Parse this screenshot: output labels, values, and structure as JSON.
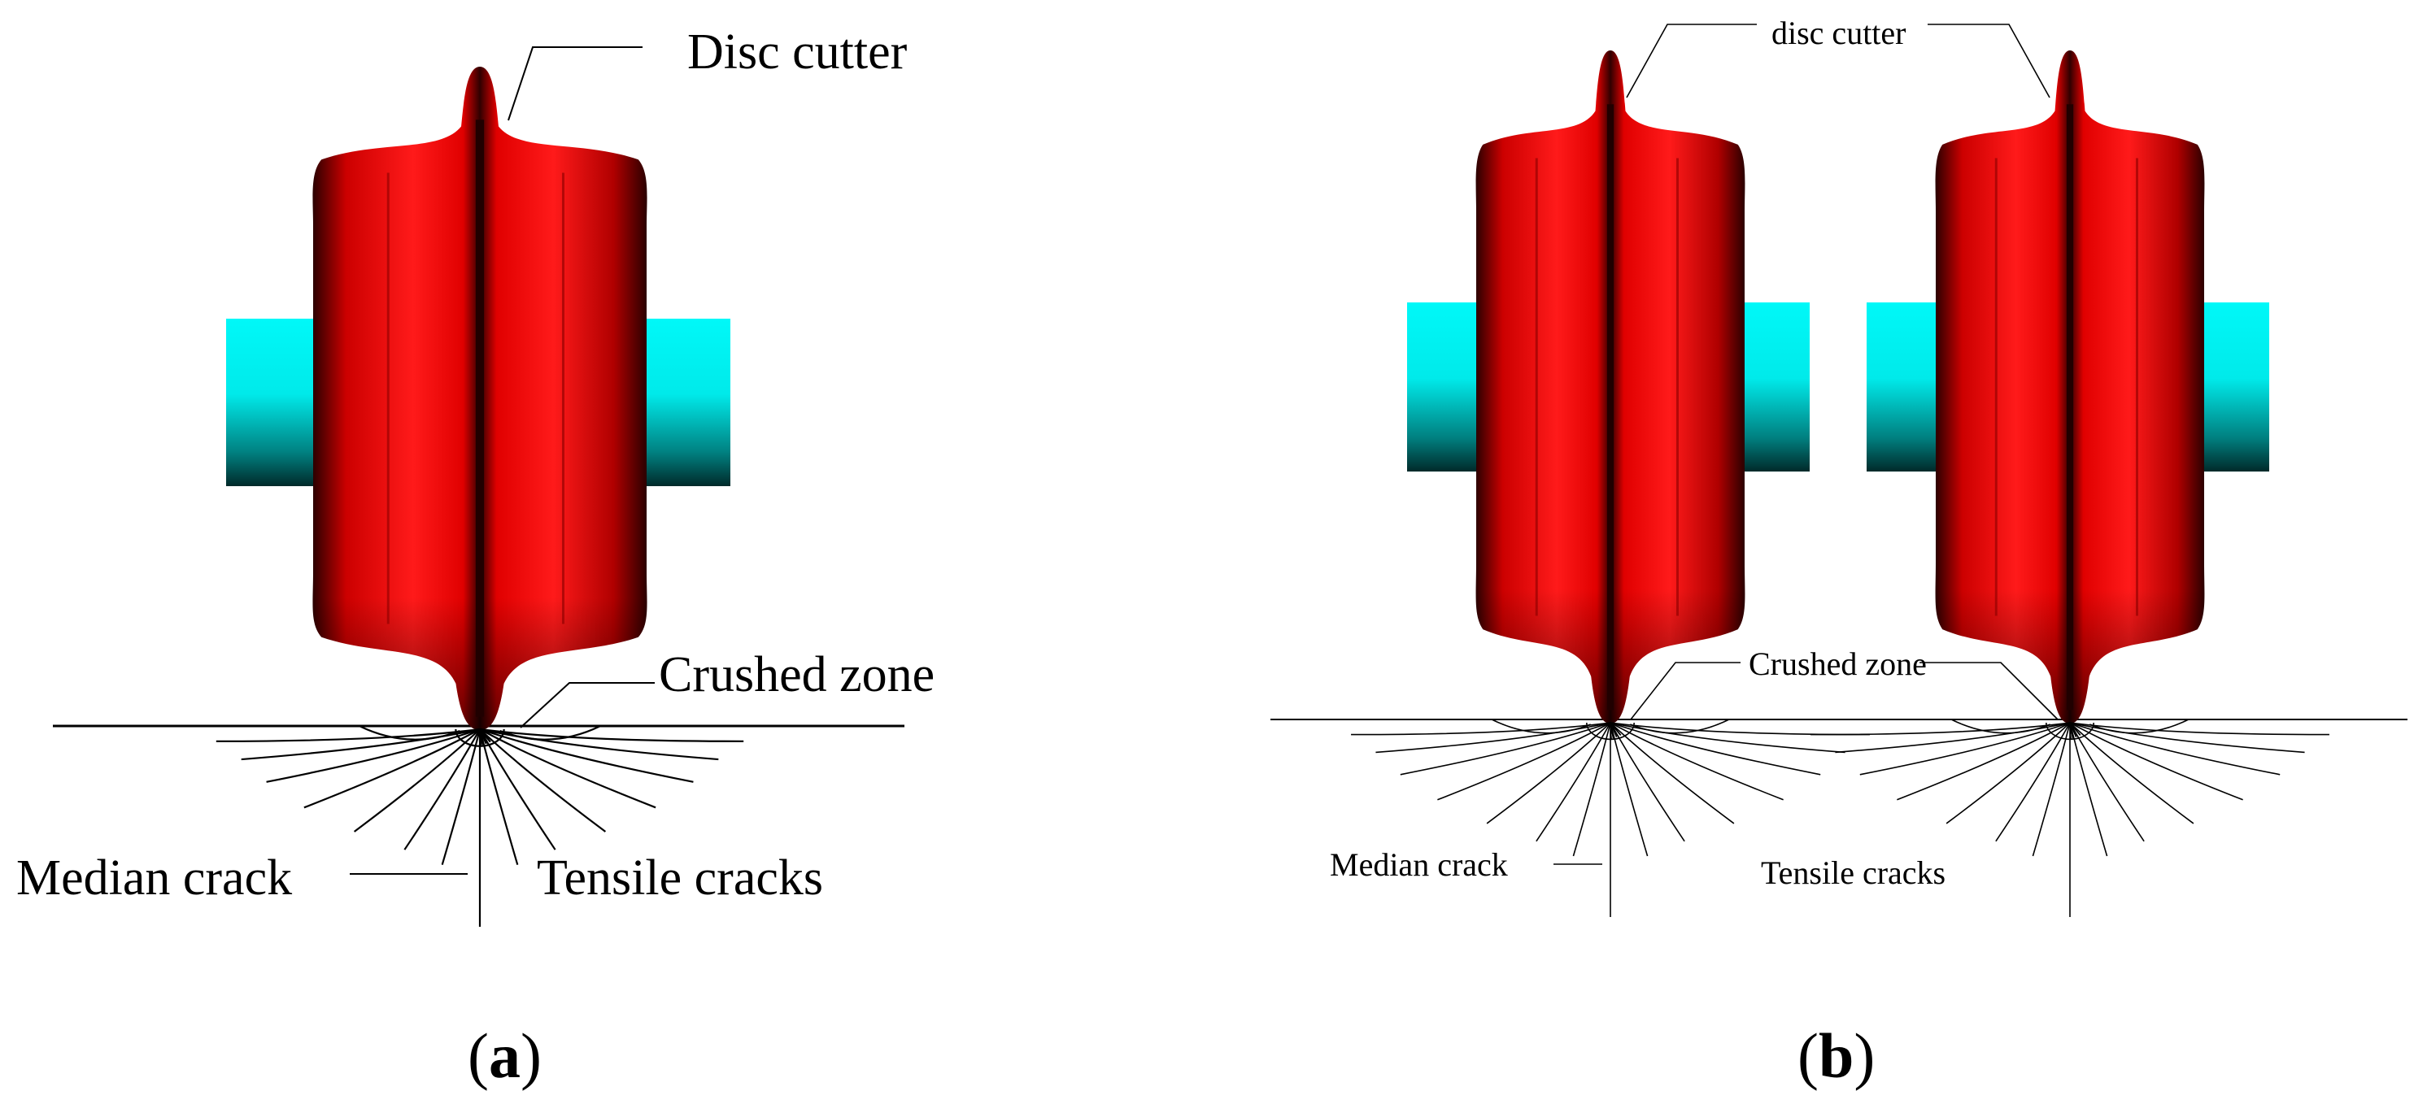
{
  "panels": {
    "a": {
      "labels": {
        "disc_cutter": "Disc cutter",
        "crushed_zone": "Crushed zone",
        "median_crack": "Median crack",
        "tensile_cracks": "Tensile cracks"
      },
      "caption": {
        "open": "(",
        "letter": "a",
        "close": ")"
      }
    },
    "b": {
      "labels": {
        "disc_cutter": "disc cutter",
        "crushed_zone": "Crushed zone",
        "median_crack": "Median crack",
        "tensile_cracks": "Tensile cracks"
      },
      "caption": {
        "open": "(",
        "letter": "b",
        "close": ")"
      }
    }
  },
  "colors": {
    "cutter_red": "#ff1a1a",
    "cutter_dark": "#1a0000",
    "shaft_cyan": "#00f5f5",
    "shaft_dark": "#002a2a",
    "line": "#000000"
  }
}
